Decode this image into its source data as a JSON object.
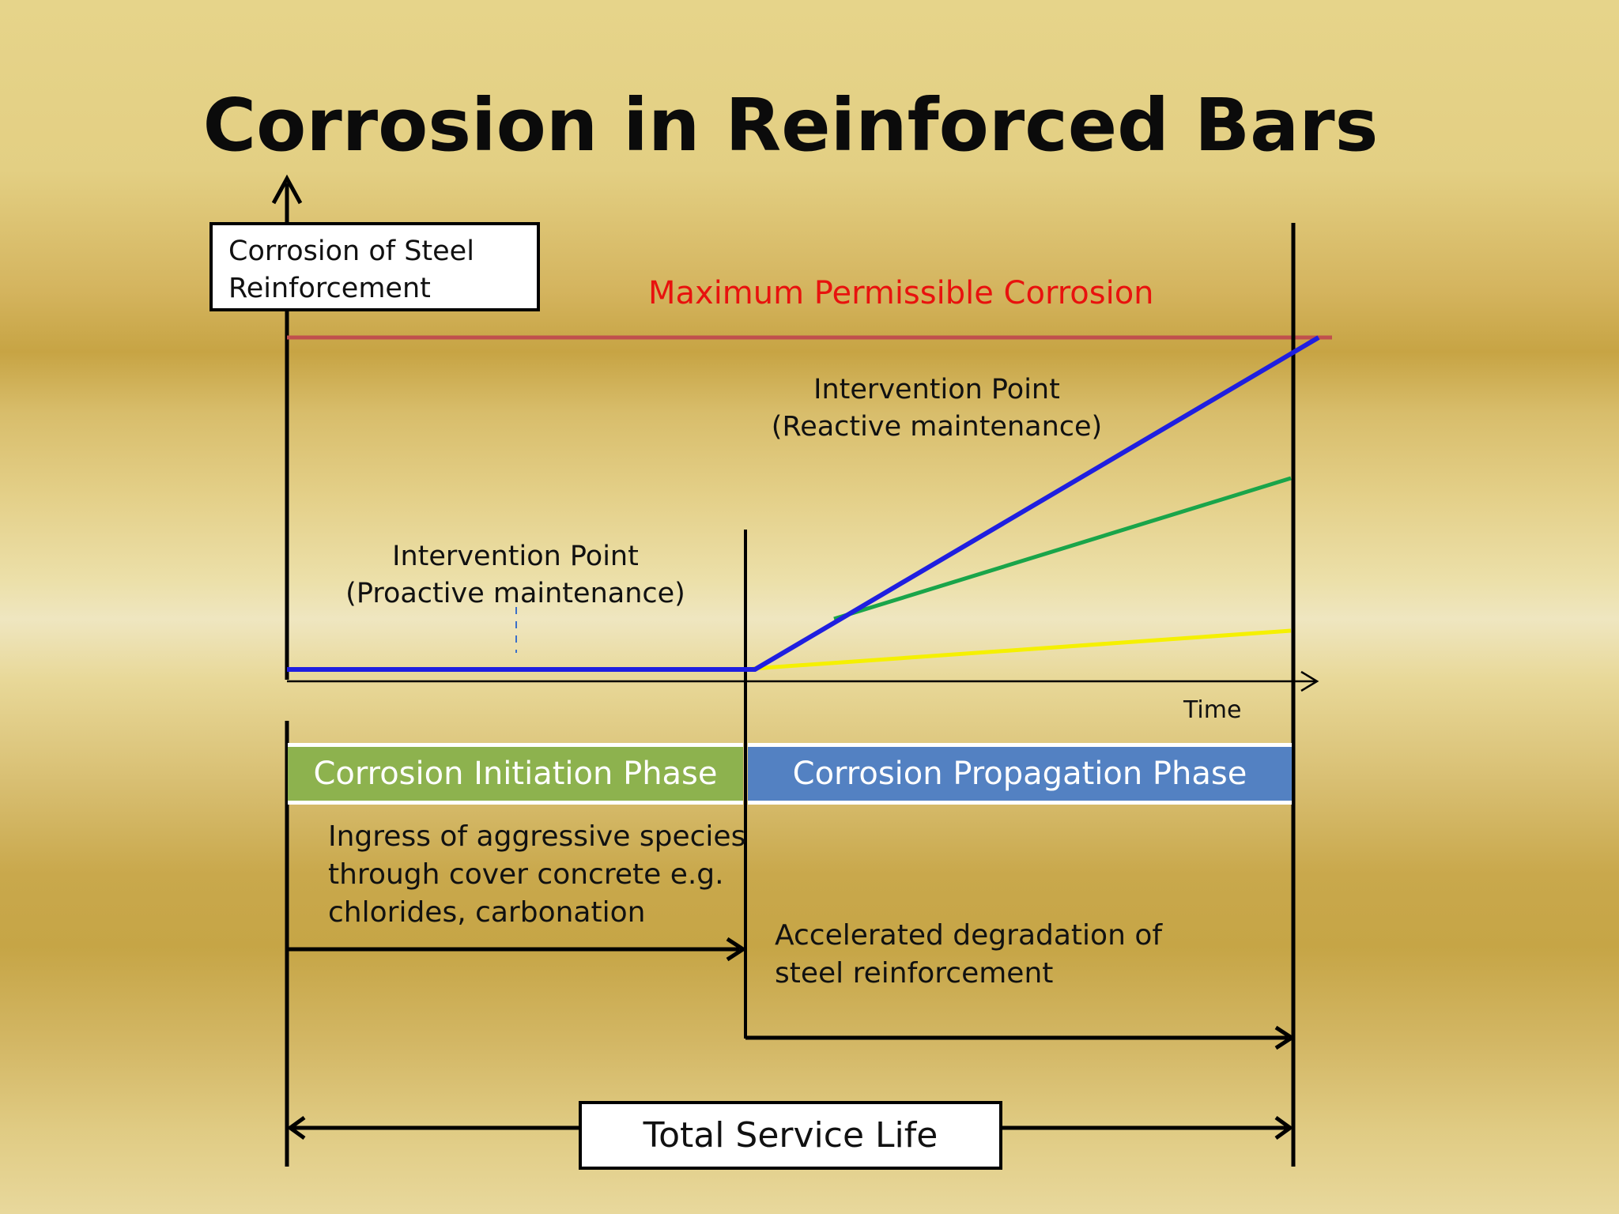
{
  "title": "Corrosion in Reinforced Bars",
  "y_axis_label": "Corrosion of Steel Reinforcement",
  "x_axis_label": "Time",
  "threshold_label": "Maximum Permissible Corrosion",
  "intervention_reactive": {
    "line1": "Intervention Point",
    "line2": "(Reactive maintenance)"
  },
  "intervention_proactive": {
    "line1": "Intervention Point",
    "line2": "(Proactive maintenance)"
  },
  "phases": {
    "initiation": {
      "label": "Corrosion Initiation Phase",
      "description": "Ingress of aggressive species through cover  concrete e.g. chlorides, carbonation",
      "color": "#8db24e"
    },
    "propagation": {
      "label": "Corrosion Propagation Phase",
      "description": "Accelerated degradation of steel reinforcement",
      "color": "#5381c2"
    }
  },
  "total_service_life": "Total Service Life",
  "colors": {
    "threshold_line": "#c0504d",
    "threshold_text": "#e8120e",
    "curve_blue": "#1f1fe0",
    "curve_green": "#1aa54a",
    "curve_yellow": "#f5f000",
    "proactive_marker": "#3a6fc9"
  }
}
